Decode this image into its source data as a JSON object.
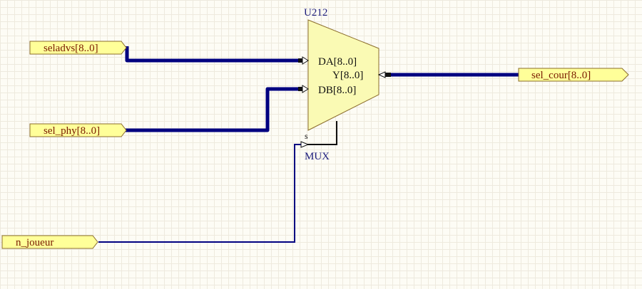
{
  "colors": {
    "background": "#fdfcf5",
    "grid": "#eeeade",
    "port_fill": "#ffff99",
    "port_stroke": "#8b6d2c",
    "port_text": "#7a1a00",
    "bus_wire": "#000080",
    "signal_wire": "#000080",
    "component_fill": "#fafab4",
    "component_stroke": "#8b6d2c",
    "designator_text": "#1a1a7a",
    "pin_text": "#101010"
  },
  "component": {
    "designator": "U212",
    "comment": "MUX",
    "pins": {
      "da": "DA[8..0]",
      "db": "DB[8..0]",
      "y": "Y[8..0]",
      "s": "S"
    }
  },
  "ports": [
    {
      "id": "seladvs",
      "label": "seladvs[8..0]",
      "direction": "input"
    },
    {
      "id": "sel_phy",
      "label": "sel_phy[8..0]",
      "direction": "input"
    },
    {
      "id": "n_joueur",
      "label": "n_joueur",
      "direction": "input"
    },
    {
      "id": "sel_cour",
      "label": "sel_cour[8..0]",
      "direction": "output"
    }
  ]
}
